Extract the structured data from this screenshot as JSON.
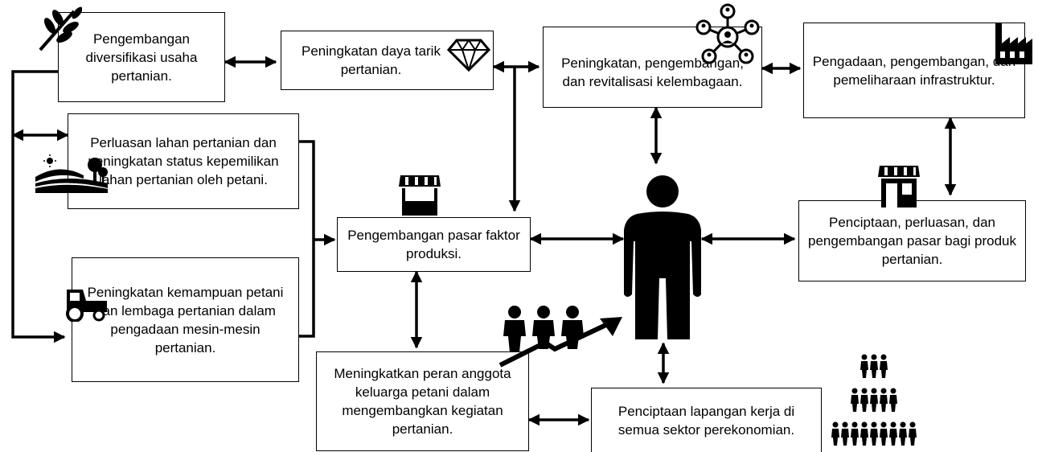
{
  "boxes": {
    "diversifikasi": "Pengembangan diversifikasi usaha pertanian.",
    "daya_tarik": "Peningkatan daya tarik pertanian.",
    "kelembagaan": "Peningkatan, pengembangan, dan revitalisasi kelembagaan.",
    "infrastruktur": "Pengadaan, pengembangan, dan pemeliharaan infrastruktur.",
    "lahan": "Perluasan lahan pertanian dan peningkatan status kepemilikan lahan pertanian oleh petani.",
    "mesin": "Peningkatan kemampuan petani dan lembaga pertanian dalam pengadaan mesin-mesin pertanian.",
    "pasar_faktor": "Pengembangan pasar faktor produksi.",
    "pasar_produk": "Penciptaan, perluasan, dan pengembangan pasar bagi produk pertanian.",
    "keluarga": "Meningkatkan peran anggota keluarga petani dalam mengembangkan kegiatan pertanian.",
    "lapangan_kerja": "Penciptaan lapangan kerja di semua sektor perekonomian."
  },
  "icons": {
    "diversifikasi": "leaf-branch-icon",
    "daya_tarik": "diamond-icon",
    "kelembagaan": "network-people-icon",
    "infrastruktur": "factory-icon",
    "lahan": "farmland-sun-icon",
    "mesin": "tractor-icon",
    "pasar_faktor": "market-stall-icon",
    "pasar_produk": "storefront-icon",
    "keluarga": "growth-people-icon",
    "lapangan_kerja": "crowd-pyramid-icon",
    "center": "farmer-person-icon"
  }
}
